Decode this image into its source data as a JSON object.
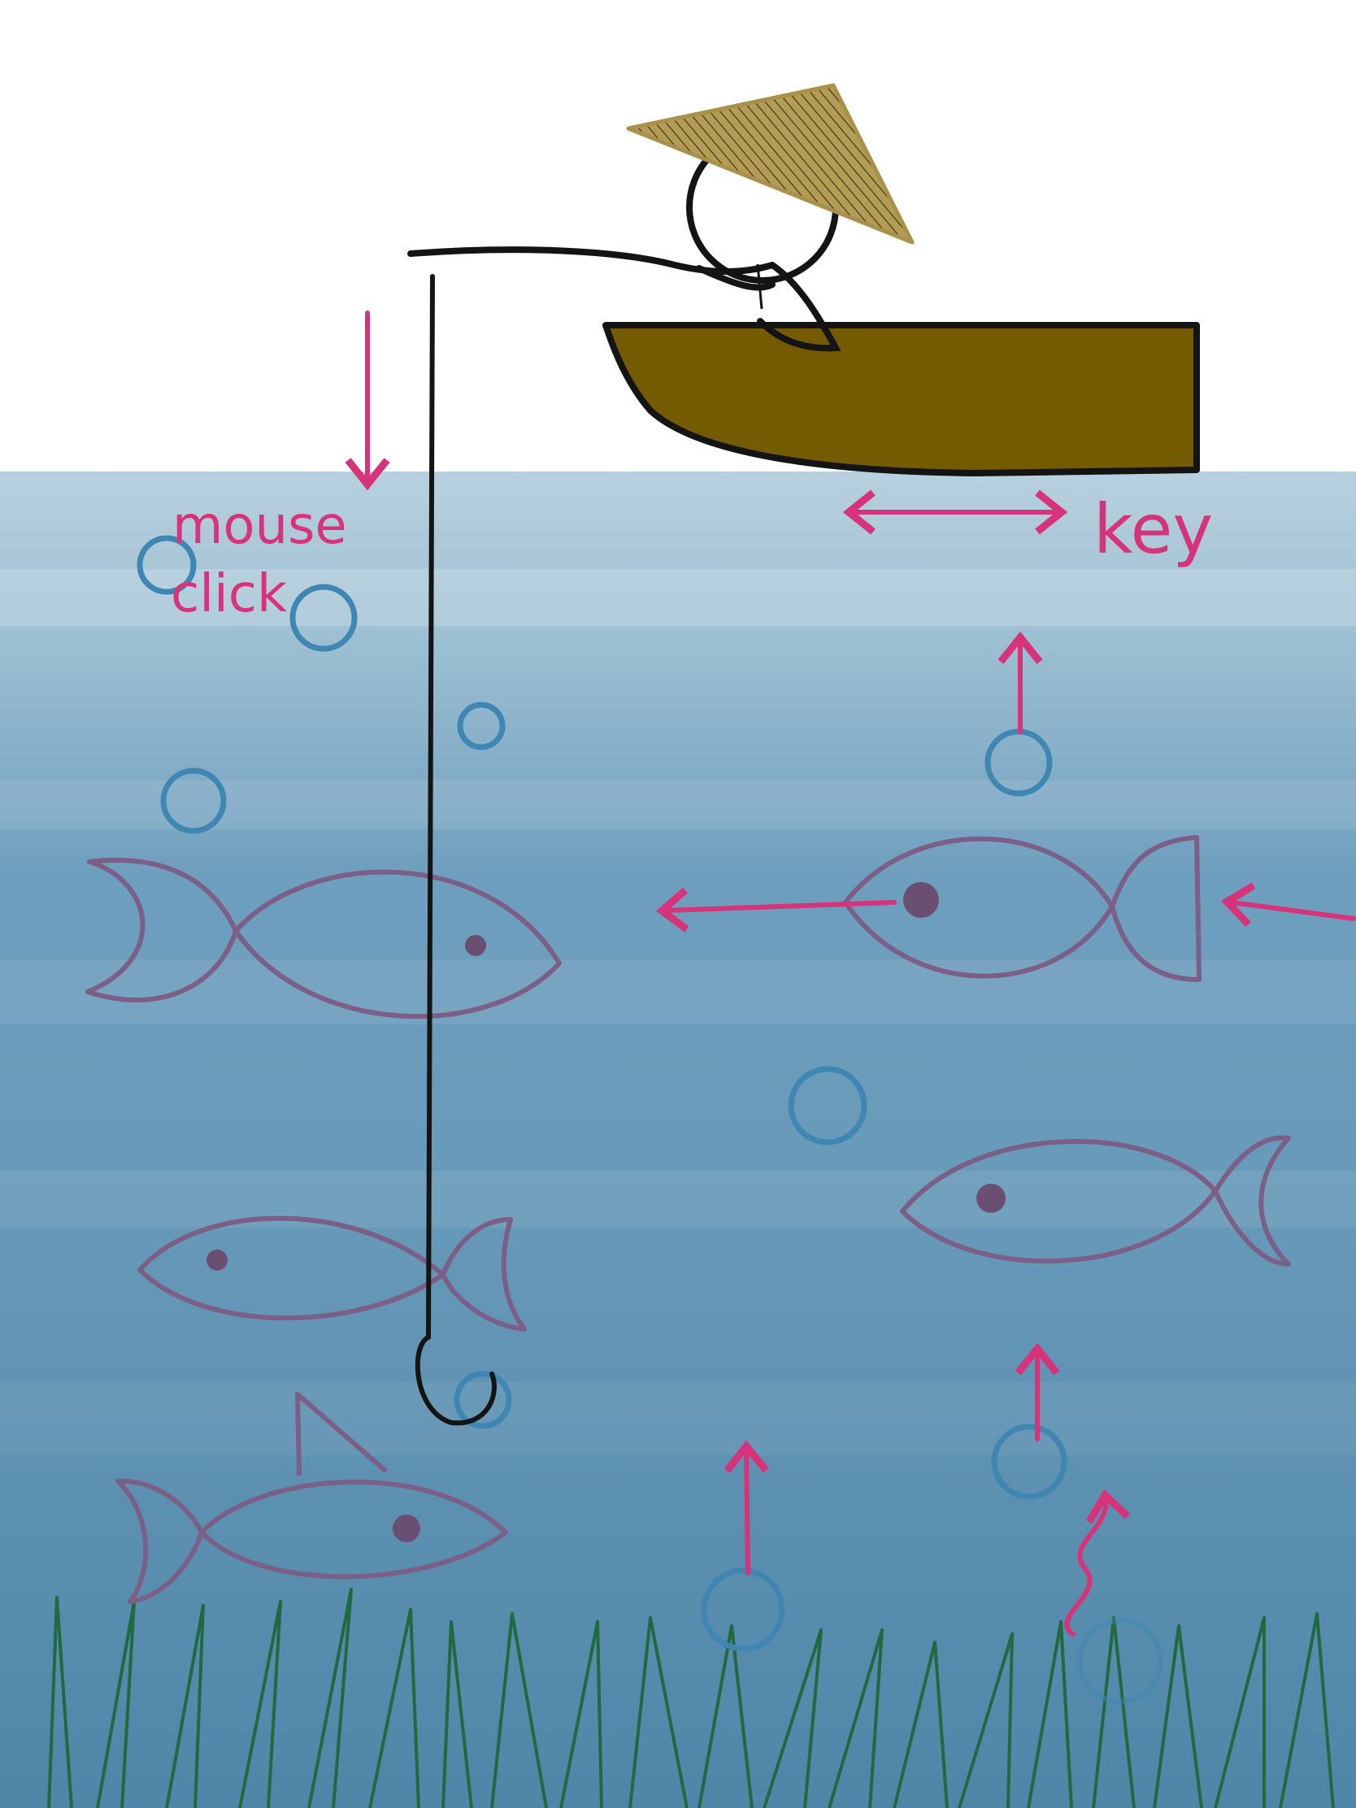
{
  "labels": {
    "mouse_line1": "mouse",
    "mouse_line2": "click",
    "key": "key"
  },
  "colors": {
    "sky": "#ffffff",
    "water_top": "#b7cfdd",
    "water_bottom": "#4f86a8",
    "hat": "#a9914a",
    "boat": "#745a00",
    "outline": "#141414",
    "annotation": "#d6337a",
    "bubble": "#3f86b3",
    "fish": "#7b5f86",
    "seaweed": "#1f6a3f"
  },
  "icons": {
    "player": "fisherman-icon",
    "boat": "boat-icon",
    "hook": "hook-icon",
    "fish": "fish-icon",
    "shark": "shark-icon",
    "bubble": "bubble-icon",
    "arrow": "arrow-icon"
  }
}
